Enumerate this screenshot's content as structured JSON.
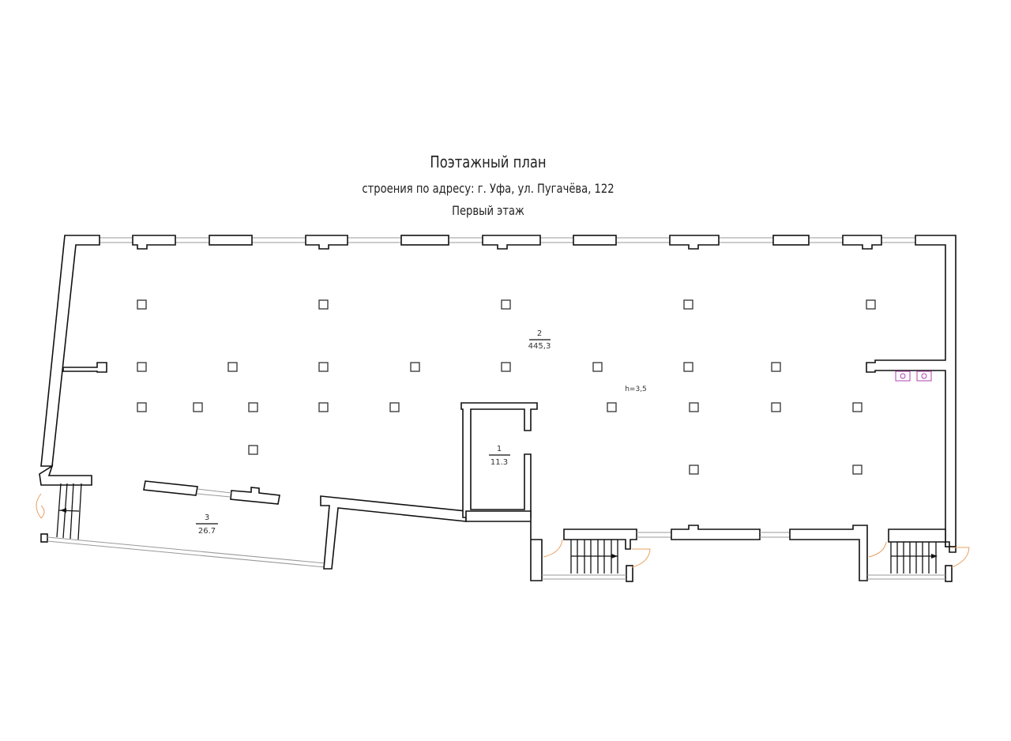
{
  "title": {
    "line1": "Поэтажный план",
    "line2": "строения по адресу: г. Уфа, ул. Пугачёва, 122",
    "line3": "Первый этаж"
  },
  "rooms": [
    {
      "number": "1",
      "area": "11.3"
    },
    {
      "number": "2",
      "area": "445,3"
    },
    {
      "number": "3",
      "area": "26.7"
    }
  ],
  "ceiling_height": "h=3,5",
  "colors": {
    "walls": "#111111",
    "doors": "#e8a060",
    "fixtures": "#b040b0"
  }
}
